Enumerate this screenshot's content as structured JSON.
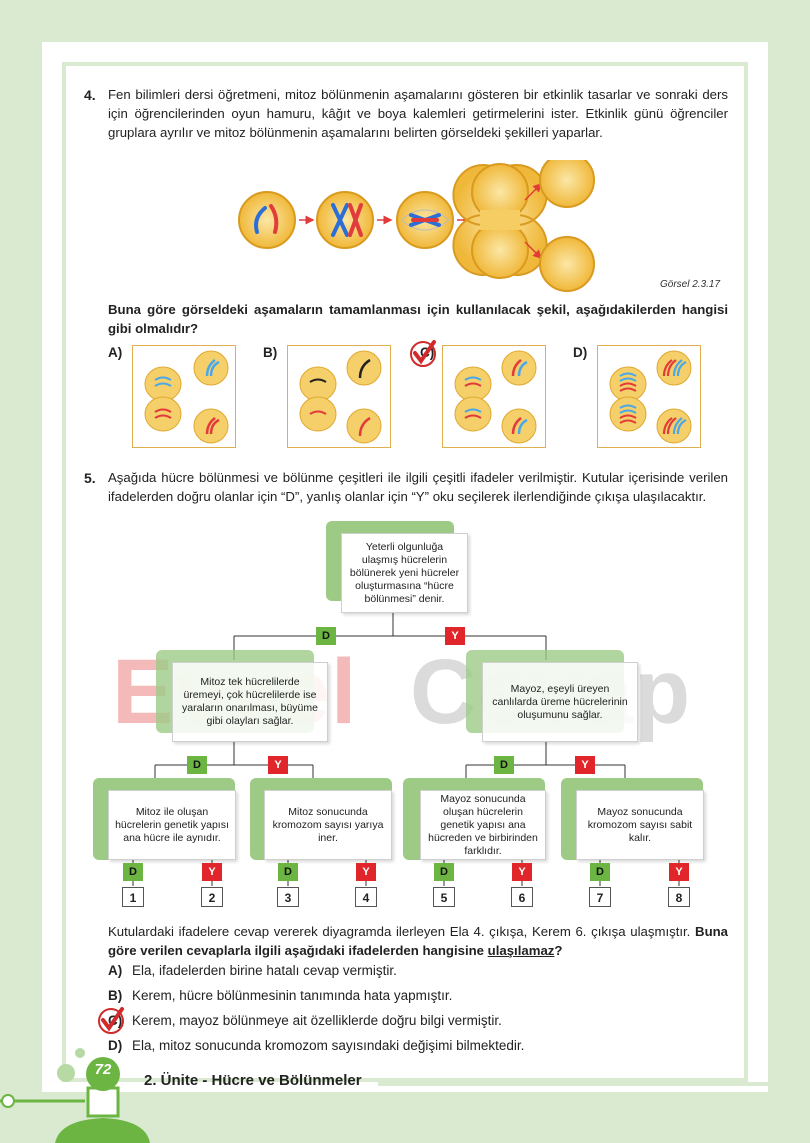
{
  "q4": {
    "number": "4.",
    "text": "Fen bilimleri dersi öğretmeni, mitoz bölünmenin aşamalarını gösteren bir etkinlik tasarlar ve sonraki ders için öğrencilerinden oyun hamuru, kâğıt ve boya kalemleri getirmelerini ister. Etkinlik günü öğrenciler gruplara ayrılır ve mitoz bölünmenin aşamalarını belirten görseldeki şekilleri yaparlar.",
    "caption": "Görsel 2.3.17",
    "question": "Buna göre görseldeki aşamaların tamamlanması için kullanılacak şekil, aşağıdakilerden hangisi gibi olmalıdır?",
    "options": [
      "A)",
      "B)",
      "C)",
      "D)"
    ],
    "marked_option": "C"
  },
  "q5": {
    "number": "5.",
    "text": "Aşağıda hücre bölünmesi ve bölünme çeşitleri ile ilgili çeşitli ifadeler verilmiştir. Kutular içerisinde verilen ifadelerden doğru olanlar için “D”, yanlış olanlar için “Y” oku seçilerek ilerlendiğinde çıkışa ulaşılacaktır.",
    "diagram": {
      "top": "Yeterli olgunluğa ulaşmış hücrelerin bölünerek yeni hücreler oluşturmasına “hücre bölünmesi” denir.",
      "left": "Mitoz tek hücrelilerde üremeyi, çok hücrelilerde ise yaraların onarılması, büyüme gibi olayları sağlar.",
      "right": "Mayoz, eşeyli üreyen canlılarda üreme hücrelerinin oluşumunu sağlar.",
      "b1": "Mitoz ile oluşan hücrelerin genetik yapısı ana hücre ile aynıdır.",
      "b2": "Mitoz sonucunda kromozom sayısı yarıya iner.",
      "b3": "Mayoz sonucunda oluşan hücrelerin genetik yapısı ana hücreden ve birbirinden farklıdır.",
      "b4": "Mayoz sonucunda kromozom sayısı sabit kalır.",
      "d": "D",
      "y": "Y",
      "exits": [
        "1",
        "2",
        "3",
        "4",
        "5",
        "6",
        "7",
        "8"
      ]
    },
    "after_text": "Kutulardaki ifadelere cevap vererek diyagramda ilerleyen Ela 4. çıkışa, Kerem 6. çıkışa ulaşmıştır.",
    "question_bold": "Buna göre verilen cevaplarla ilgili aşağıdaki ifadelerden hangisine",
    "question_underline": "ulaşılamaz",
    "question_end": "?",
    "answers": [
      {
        "letter": "A)",
        "text": "Ela, ifadelerden birine hatalı cevap vermiştir."
      },
      {
        "letter": "B)",
        "text": "Kerem, hücre bölünmesinin tanımında hata yapmıştır."
      },
      {
        "letter": "C)",
        "text": "Kerem, mayoz bölünmeye ait özelliklerde doğru bilgi vermiştir."
      },
      {
        "letter": "D)",
        "text": "Ela, mitoz sonucunda kromozom sayısındaki değişimi bilmektedir."
      }
    ],
    "marked_option": "C"
  },
  "watermark": {
    "left": "Evvel",
    "right": "Cevap"
  },
  "footer": {
    "page": "72",
    "title": "2. Ünite - Hücre ve Bölünmeler"
  },
  "colors": {
    "green": "#6cb543",
    "red": "#e0262b",
    "light_green": "#9dcb86",
    "cell": "#f2c14e"
  }
}
